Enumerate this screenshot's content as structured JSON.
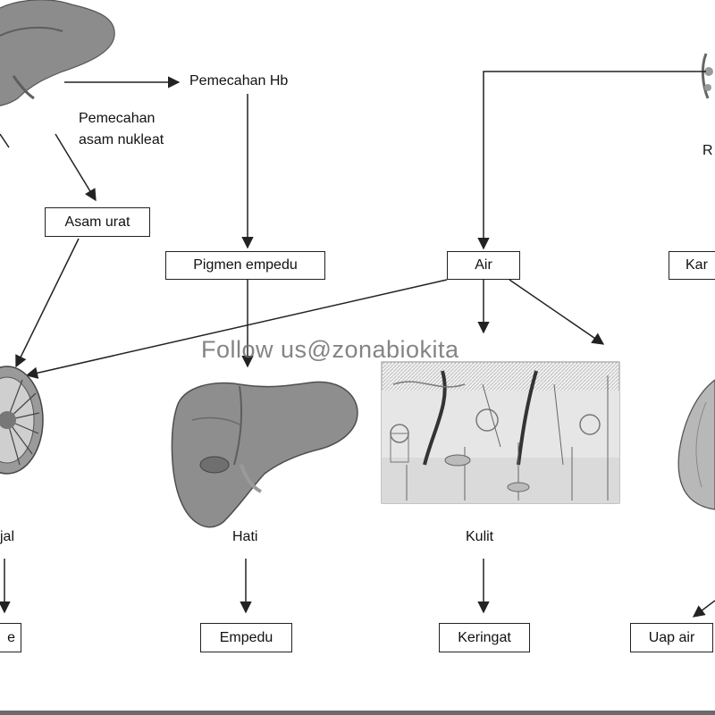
{
  "nodes": {
    "pemecahan_hb": "Pemecahan Hb",
    "pemecahan_asam_nukleat_line1": "Pemecahan",
    "pemecahan_asam_nukleat_line2": "asam nukleat",
    "asam_urat": "Asam urat",
    "pigmen_empedu": "Pigmen empedu",
    "air": "Air",
    "karbon_partial": "Kar",
    "r_partial": "R",
    "ginjal_partial": "jal",
    "hati": "Hati",
    "kulit": "Kulit",
    "urine_partial": "e",
    "empedu": "Empedu",
    "keringat": "Keringat",
    "uap_air": "Uap air"
  },
  "watermark": "Follow us@zonabiokita",
  "colors": {
    "organ_fill": "#8c8c8c",
    "organ_dark": "#5e5e5e",
    "line": "#222222",
    "watermark": "#6e6e6e"
  },
  "icons": [
    "liver-icon",
    "kidney-icon",
    "skin-icon",
    "lung-icon",
    "lung-top-icon"
  ]
}
